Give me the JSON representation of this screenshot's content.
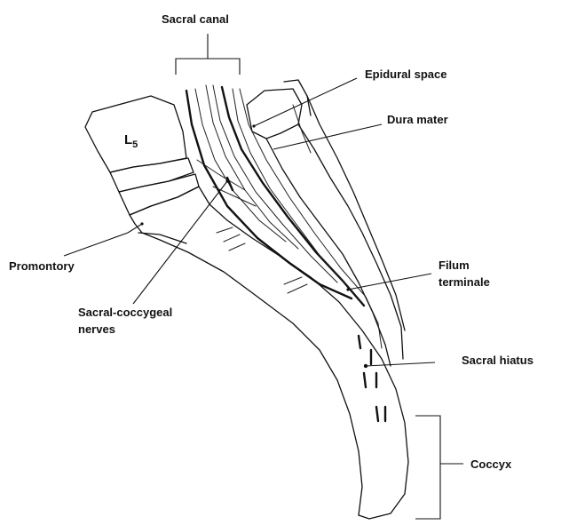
{
  "labels": {
    "sacral_canal": "Sacral canal",
    "epidural_space": "Epidural space",
    "dura_mater": "Dura mater",
    "l5": "L",
    "l5_sub": "5",
    "promontory": "Promontory",
    "filum_terminale_1": "Filum",
    "filum_terminale_2": "terminale",
    "sacral_coccygeal_1": "Sacral-coccygeal",
    "sacral_coccygeal_2": "nerves",
    "sacral_hiatus": "Sacral hiatus",
    "coccyx": "Coccyx"
  },
  "colors": {
    "ink": "#111111",
    "background": "#ffffff"
  }
}
